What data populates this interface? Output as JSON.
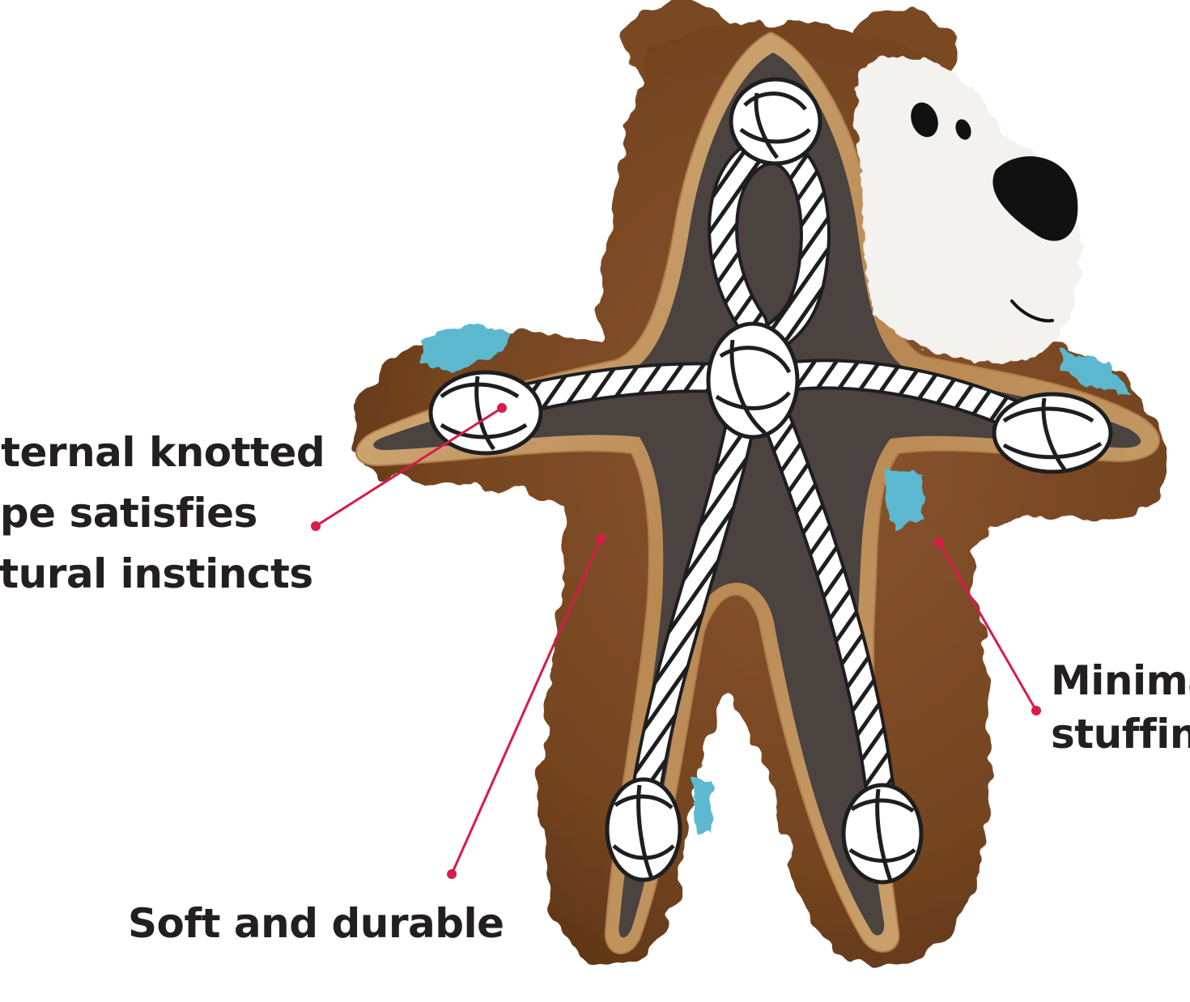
{
  "callouts": {
    "rope": {
      "lines": [
        "nternal knotted",
        "ope satisfies",
        "atural instincts"
      ]
    },
    "soft": {
      "text": "Soft and durable"
    },
    "stuffing": {
      "lines": [
        "Minima",
        "stuffin"
      ]
    }
  },
  "colors": {
    "accent_line": "#d81b4a",
    "fur": "#7a4a24",
    "fur_dark": "#5a3316",
    "tan_border": "#c9a06a",
    "inner_cavity": "#4a4340",
    "rope": "#ffffff",
    "rope_outline": "#1e1e1e",
    "face": "#f4f2ee",
    "nose": "#111111",
    "stuffing": "#5bb8cf"
  },
  "icons": [
    "plush-bear-toy-illustration",
    "knotted-rope-illustration"
  ]
}
